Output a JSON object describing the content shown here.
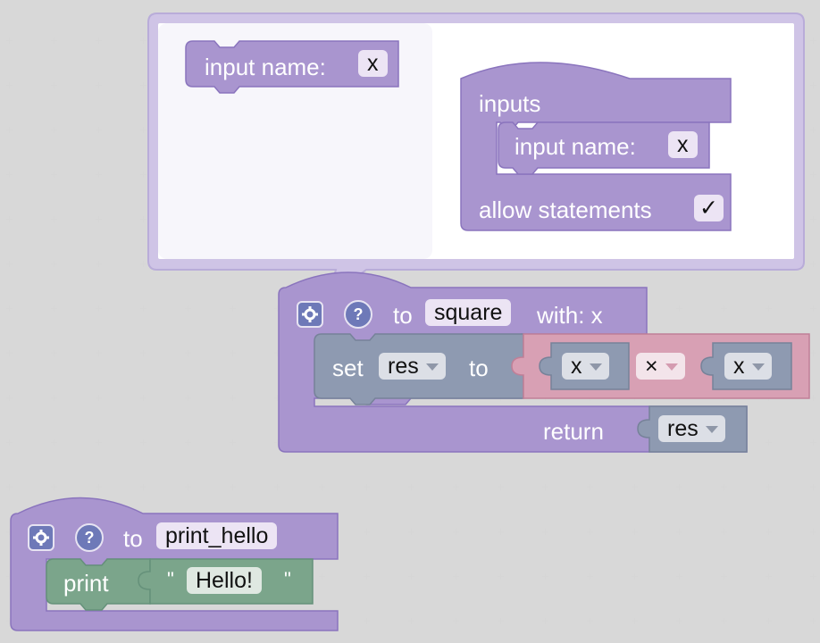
{
  "mutator": {
    "input_block": {
      "label": "input name:",
      "value": "x"
    },
    "container": {
      "inputs_label": "inputs",
      "input_item": {
        "label": "input name:",
        "value": "x"
      },
      "allow_statements_label": "allow statements",
      "allow_statements_mark": "✓"
    }
  },
  "square_func": {
    "to_label": "to",
    "name": "square",
    "with_label": "with: x",
    "set_stmt": {
      "set_label": "set",
      "var": "res",
      "to_label": "to",
      "left_operand": "x",
      "operator": "×",
      "right_operand": "x"
    },
    "return_label": "return",
    "return_var": "res"
  },
  "hello_func": {
    "to_label": "to",
    "name": "print_hello",
    "print_label": "print",
    "string_open": "\"",
    "string_value": "Hello!",
    "string_close": "\""
  },
  "colors": {
    "procedure": "#a995cf",
    "variable": "#8e9ab1",
    "math": "#d8a0b4",
    "text": "#7ba58b",
    "mutator_bubble": "#cfc4e6"
  },
  "icons": [
    "gear-icon",
    "help-icon",
    "checkmark-icon",
    "dropdown-caret-icon"
  ]
}
